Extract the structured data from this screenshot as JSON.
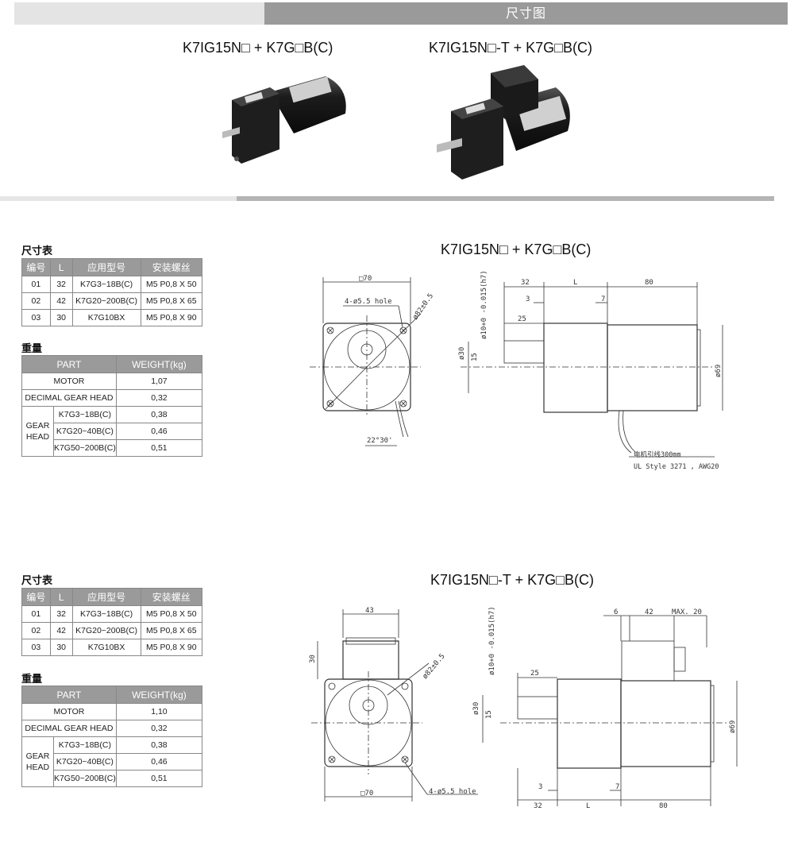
{
  "header": {
    "title": "尺寸图"
  },
  "products": [
    {
      "title": "K7IG15N□ + K7G□B(C)"
    },
    {
      "title": "K7IG15N□-T + K7G□B(C)"
    }
  ],
  "sections": [
    {
      "dims_label": "尺寸表",
      "dims_headers": [
        "编号",
        "L",
        "应用型号",
        "安装螺丝"
      ],
      "dims_rows": [
        [
          "01",
          "32",
          "K7G3~18B(C)",
          "M5 P0,8 X 50"
        ],
        [
          "02",
          "42",
          "K7G20~200B(C)",
          "M5 P0,8 X 65"
        ],
        [
          "03",
          "30",
          "K7G10BX",
          "M5 P0,8 X 90"
        ]
      ],
      "weight_label": "重量",
      "weight_headers": [
        "PART",
        "WEIGHT(kg)"
      ],
      "motor": {
        "part": "MOTOR",
        "weight": "1,07"
      },
      "decimal": {
        "part": "DECIMAL GEAR HEAD",
        "weight": "0,32"
      },
      "gear_head_label": "GEAR HEAD",
      "gear_rows": [
        {
          "model": "K7G3~18B(C)",
          "weight": "0,38"
        },
        {
          "model": "K7G20~40B(C)",
          "weight": "0,46"
        },
        {
          "model": "K7G50~200B(C)",
          "weight": "0,51"
        }
      ],
      "drawing_title": "K7IG15N□ + K7G□B(C)",
      "drawing_labels": {
        "sq70": "□70",
        "hole": "4-ø5.5 hole",
        "pcd": "ø82±0.5",
        "angle": "22°30'",
        "d32": "32",
        "dL": "L",
        "d80": "80",
        "d3": "3",
        "d7": "7",
        "d25": "25",
        "shaft": "ø10+0 -0.015(h7)",
        "d30": "ø30",
        "d15": "15",
        "d69": "ø69",
        "lead": "电机引线300mm",
        "ul": "UL Style 3271 , AWG20"
      }
    },
    {
      "dims_label": "尺寸表",
      "dims_headers": [
        "编号",
        "L",
        "应用型号",
        "安装螺丝"
      ],
      "dims_rows": [
        [
          "01",
          "32",
          "K7G3~18B(C)",
          "M5 P0,8 X 50"
        ],
        [
          "02",
          "42",
          "K7G20~200B(C)",
          "M5 P0,8 X 65"
        ],
        [
          "03",
          "30",
          "K7G10BX",
          "M5 P0,8 X 90"
        ]
      ],
      "weight_label": "重量",
      "weight_headers": [
        "PART",
        "WEIGHT(kg)"
      ],
      "motor": {
        "part": "MOTOR",
        "weight": "1,10"
      },
      "decimal": {
        "part": "DECIMAL GEAR HEAD",
        "weight": "0,32"
      },
      "gear_head_label": "GEAR HEAD",
      "gear_rows": [
        {
          "model": "K7G3~18B(C)",
          "weight": "0,38"
        },
        {
          "model": "K7G20~40B(C)",
          "weight": "0,46"
        },
        {
          "model": "K7G50~200B(C)",
          "weight": "0,51"
        }
      ],
      "drawing_title": "K7IG15N□-T + K7G□B(C)",
      "drawing_labels": {
        "d43": "43",
        "d30v": "30",
        "pcd": "ø82±0.5",
        "sq70": "□70",
        "hole": "4-ø5.5 hole",
        "shaft": "ø10+0 -0.015(h7)",
        "d25": "25",
        "d30": "ø30",
        "d15": "15",
        "d6": "6",
        "d42": "42",
        "max20": "MAX. 20",
        "d69": "ø69",
        "d3": "3",
        "d7": "7",
        "d32": "32",
        "dL": "L",
        "d80": "80"
      }
    }
  ]
}
